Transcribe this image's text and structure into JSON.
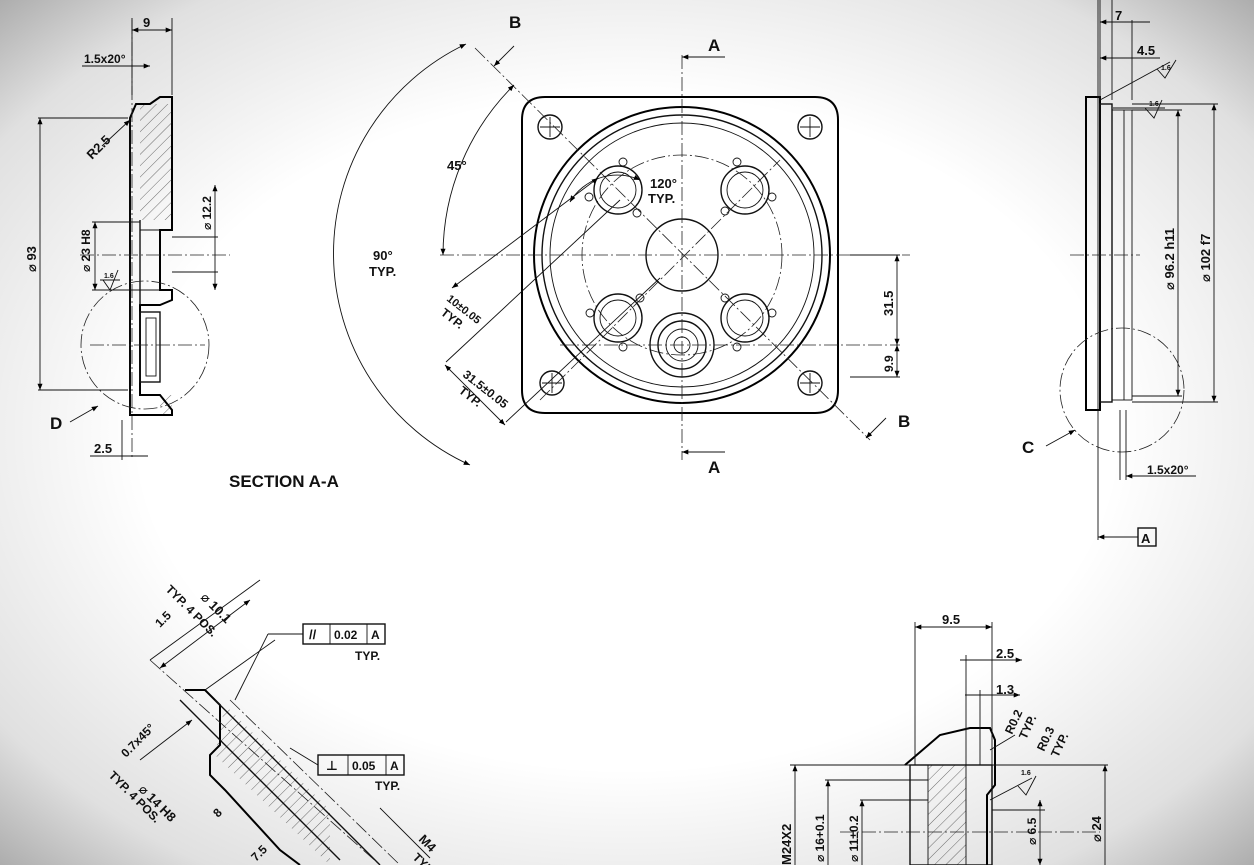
{
  "section_label": "SECTION A-A",
  "section_markers": {
    "a_top": "A",
    "a_bottom": "A",
    "b_top": "B",
    "b_bottom": "B"
  },
  "detail_labels": {
    "c": "C",
    "d": "D"
  },
  "datum_label": "A",
  "left_view": {
    "dim_9": "9",
    "chamfer": "1.5x20°",
    "radius": "R2.5",
    "dia_93": "⌀ 93",
    "dia_23": "⌀ 23 H8",
    "dia_12": "⌀ 12.2",
    "surface": "1.6",
    "dim_2_5": "2.5"
  },
  "front_view": {
    "angle_45": "45°",
    "angle_90": "90°",
    "typ": "TYP.",
    "angle_120": "120°",
    "typ2": "TYP.",
    "dim_10": "10±0.05",
    "typ3": "TYP.",
    "dim_31_5_tol": "31.5±0.05",
    "typ4": "TYP.",
    "dim_31_5": "31.5",
    "dim_9_9": "9.9"
  },
  "right_view": {
    "dim_7": "7",
    "dim_4_5": "4.5",
    "surface_a": "1.6",
    "surface_b": "1.6",
    "dia_96": "⌀ 96.2 h11",
    "dia_102": "⌀ 102 f7",
    "chamfer": "1.5x20°"
  },
  "detail_left": {
    "typ_pos": "TYP. 4 POS.",
    "dia_10": "⌀ 10.1",
    "dim_1_5": "1.5",
    "gdt1_symbol": "//",
    "gdt1_value": "0.02",
    "gdt1_datum": "A",
    "gdt1_typ": "TYP.",
    "chamfer": "0.7x45°",
    "typ_pos2": "TYP. 4 POS.",
    "dia_14": "⌀ 14 H8",
    "gdt2_symbol": "⊥",
    "gdt2_value": "0.05",
    "gdt2_datum": "A",
    "gdt2_typ": "TYP.",
    "dim_8": "8",
    "dim_7_5": "7.5",
    "thread": "M4",
    "typ5": "TYP."
  },
  "detail_right": {
    "dim_9_5": "9.5",
    "dim_2_5": "2.5",
    "dim_1_3": "1.3",
    "r02": "R0.2",
    "r02_typ": "TYP.",
    "r03": "R0.3",
    "r03_typ": "TYP.",
    "surface": "1.6",
    "thread": "M24X2",
    "dia_16": "⌀ 16+0.1",
    "dia_11": "⌀ 11±0.2",
    "dia_6_5": "⌀ 6.5",
    "dia_24": "⌀ 24"
  }
}
